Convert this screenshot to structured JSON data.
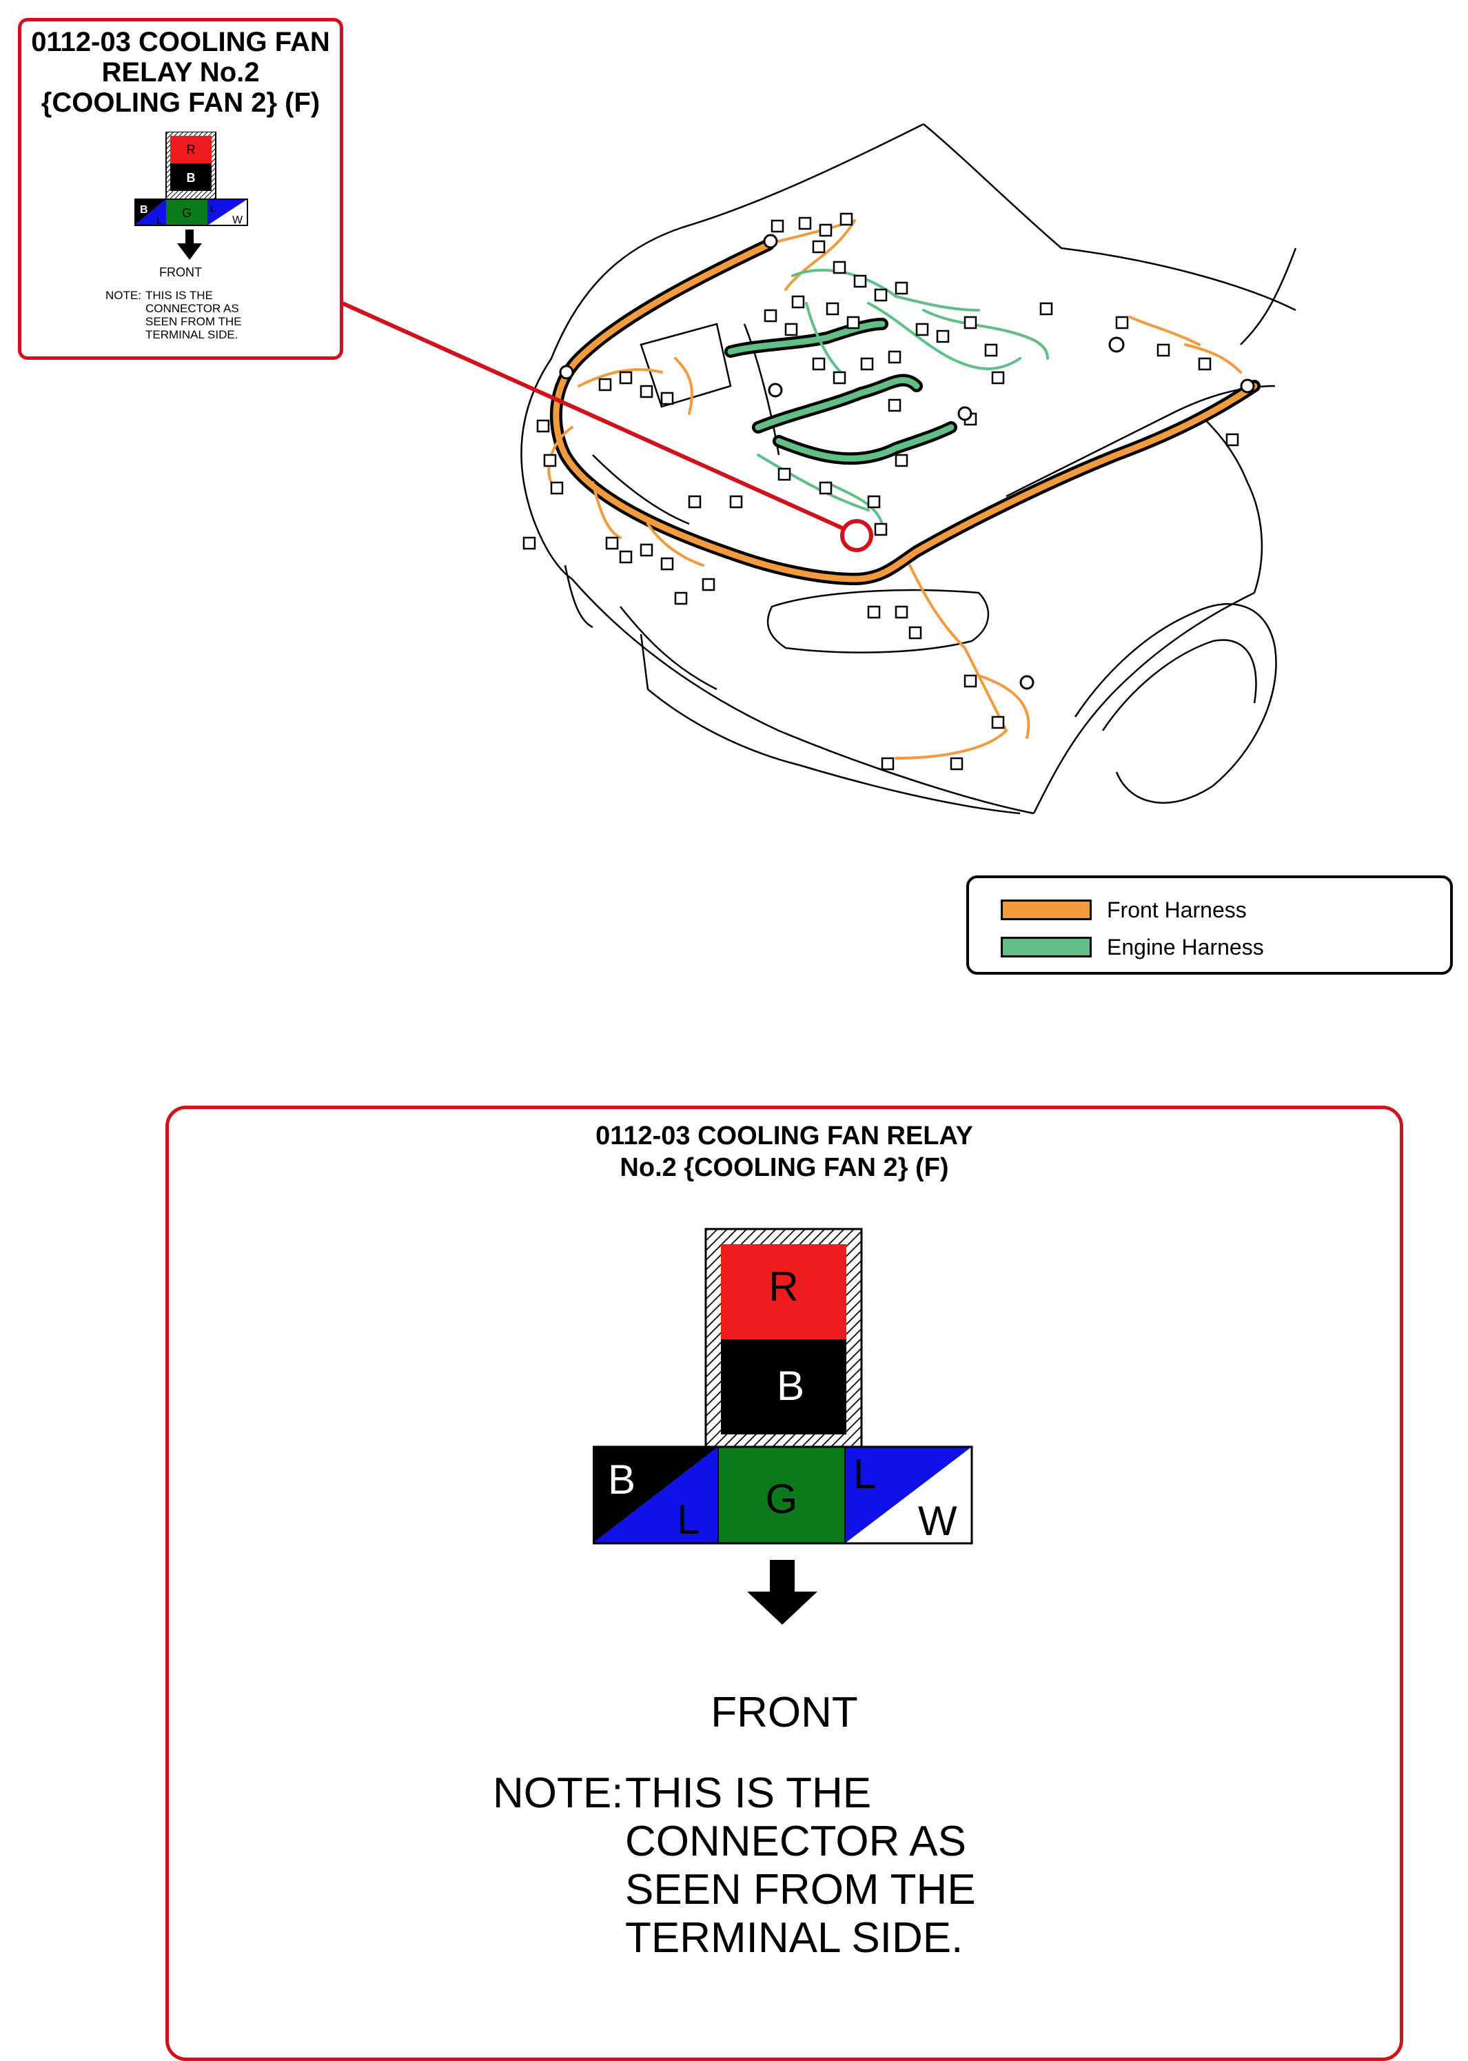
{
  "callout_small": {
    "title": "0112-03 COOLING FAN\nRELAY No.2\n{COOLING FAN 2} (F)",
    "front": "FRONT",
    "note_label": "NOTE:",
    "note_text": "THIS IS THE\nCONNECTOR AS\nSEEN FROM THE\nTERMINAL SIDE."
  },
  "callout_big": {
    "title": "0112-03 COOLING FAN RELAY\nNo.2 {COOLING FAN 2} (F)",
    "front": "FRONT",
    "note_label": "NOTE:",
    "note_text": "THIS IS THE\nCONNECTOR AS\nSEEN FROM THE\nTERMINAL SIDE."
  },
  "connector": {
    "upper": [
      {
        "label": "R",
        "color": "#ee1c1c"
      },
      {
        "label": "B",
        "color": "#000000"
      }
    ],
    "lower": [
      {
        "label_a": "B",
        "label_b": "L",
        "color_a": "#000000",
        "color_b": "#1010e8"
      },
      {
        "label": "G",
        "color": "#0a7a1a"
      },
      {
        "label_a": "L",
        "label_b": "W",
        "color_a": "#1010e8",
        "color_b": "#ffffff"
      }
    ]
  },
  "legend": {
    "items": [
      {
        "label": "Front Harness",
        "color": "#f29a3c"
      },
      {
        "label": "Engine Harness",
        "color": "#5fbf86"
      }
    ]
  },
  "colors": {
    "callout_border": "#d0121b",
    "front_harness": "#f29a3c",
    "engine_harness": "#5fbf86"
  }
}
